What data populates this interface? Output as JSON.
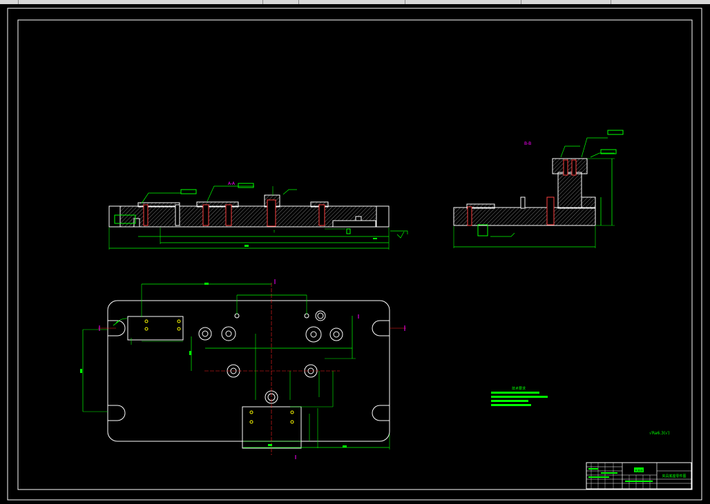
{
  "drawing": {
    "view_label_top": "A-A",
    "view_label_right": "B-B",
    "tech_req_title": "技术要求",
    "roughness_note": "√Ra6.3(√)",
    "title_block": {
      "drawing_name": "夹具体",
      "part_title": "夹具底座零件图"
    }
  },
  "colors": {
    "background": "#000000",
    "outline": "#ffffff",
    "dimension": "#00ff00",
    "hatch": "#808080",
    "centerline": "#ff0000",
    "label": "#ff00ff",
    "highlight": "#ffff00"
  }
}
